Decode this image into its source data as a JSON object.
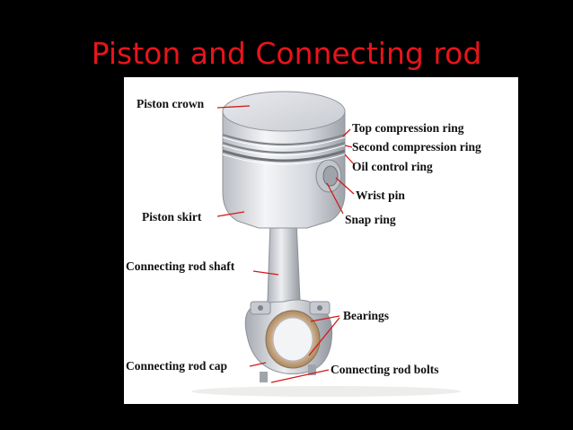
{
  "title": "Piston and Connecting rod",
  "labels": {
    "piston_crown": "Piston crown",
    "top_compression_ring": "Top compression ring",
    "second_compression_ring": "Second compression ring",
    "oil_control_ring": "Oil control ring",
    "wrist_pin": "Wrist pin",
    "snap_ring": "Snap ring",
    "piston_skirt": "Piston skirt",
    "connecting_rod_shaft": "Connecting rod shaft",
    "bearings": "Bearings",
    "connecting_rod_cap": "Connecting rod cap",
    "connecting_rod_bolts": "Connecting rod bolts"
  },
  "colors": {
    "background": "#000000",
    "title": "#e8141c",
    "leader_line": "#d11a1a",
    "panel": "#ffffff"
  }
}
